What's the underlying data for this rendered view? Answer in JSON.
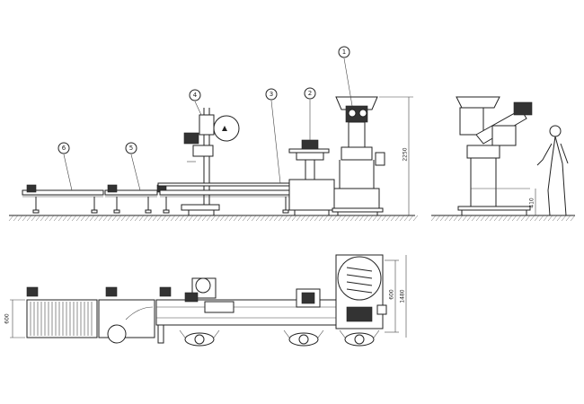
{
  "callouts": [
    "1",
    "2",
    "3",
    "4",
    "5",
    "6"
  ],
  "dimensions": {
    "machine_height": "2250",
    "operator_platform_height": "410",
    "conveyor_width": "600",
    "hopper_depth": "600",
    "machine_depth": "1480"
  }
}
